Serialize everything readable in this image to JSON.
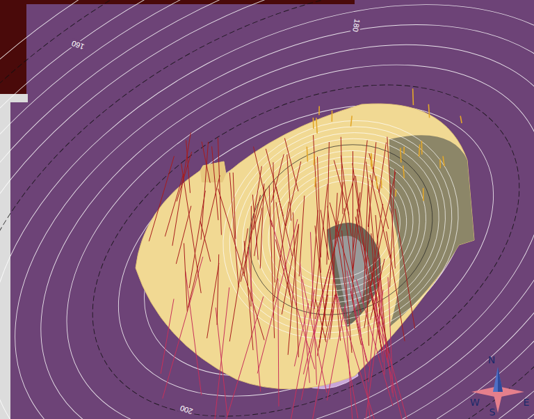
{
  "diagram": {
    "labels": [
      "160",
      "180",
      "200",
      "N",
      "W",
      "E",
      "S"
    ]
  }
}
